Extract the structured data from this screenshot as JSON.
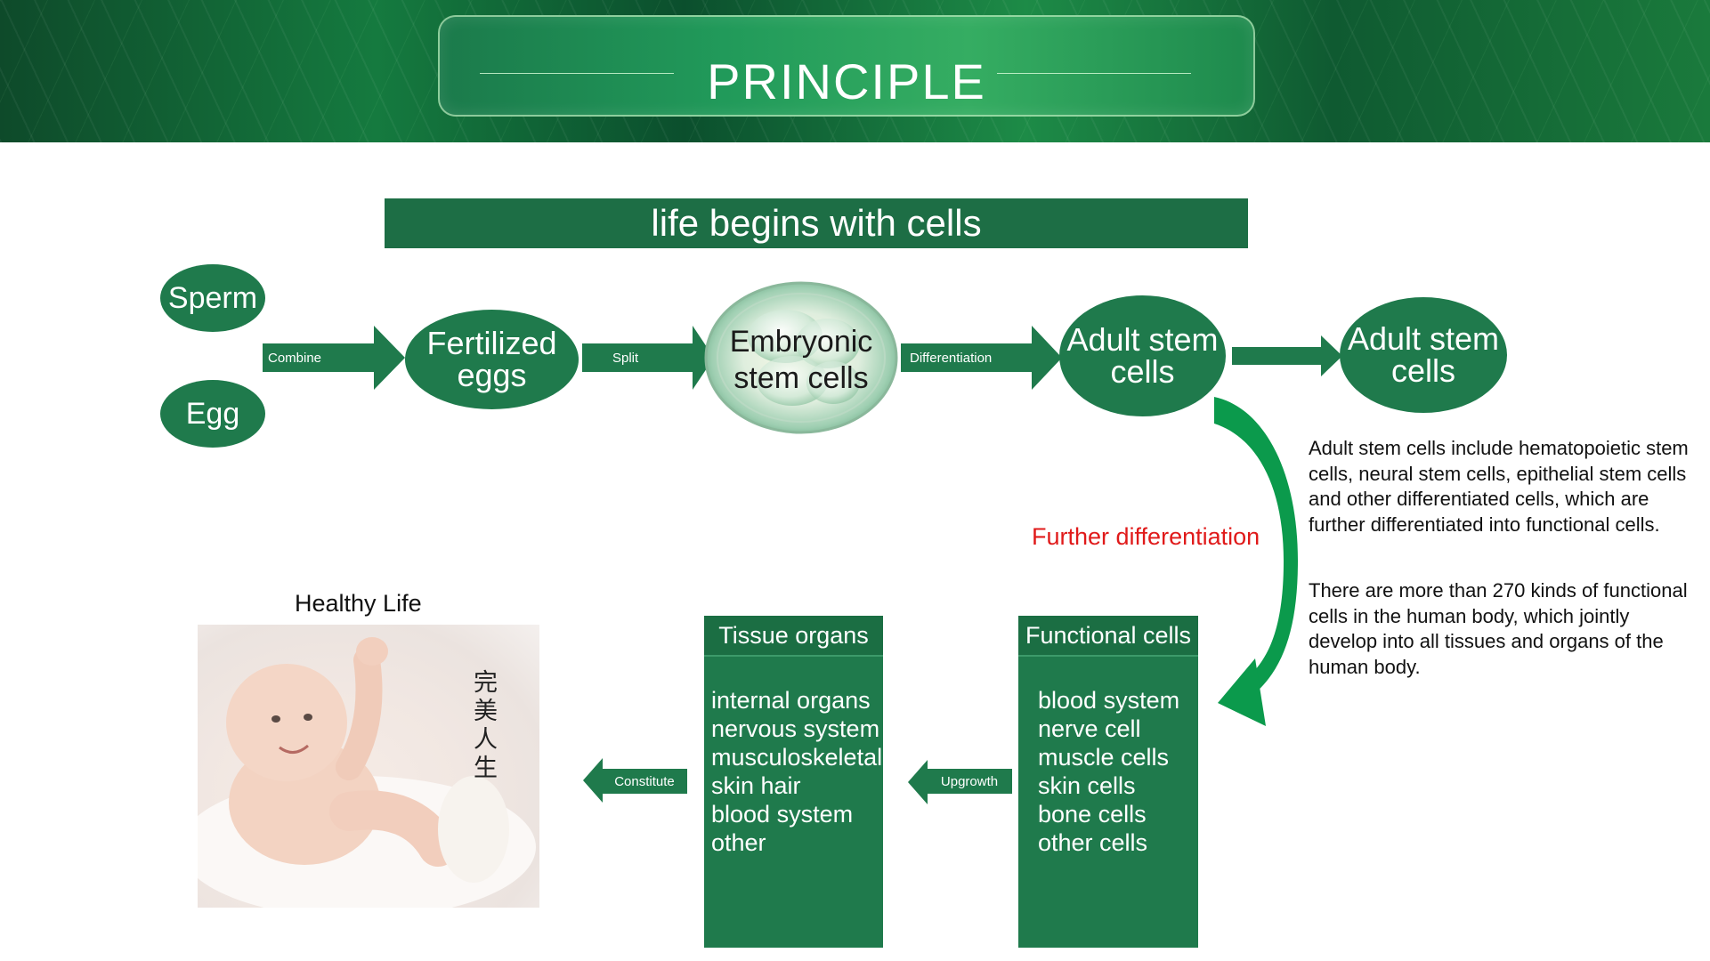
{
  "header": {
    "title": "PRINCIPLE"
  },
  "banner": {
    "text": "life begins with cells"
  },
  "nodes": {
    "sperm": "Sperm",
    "egg": "Egg",
    "fertilized_line1": "Fertilized",
    "fertilized_line2": "eggs",
    "embryonic_line1": "Embryonic",
    "embryonic_line2": "stem cells",
    "adult1_line1": "Adult stem",
    "adult1_line2": "cells",
    "adult2_line1": "Adult stem",
    "adult2_line2": "cells"
  },
  "arrows": {
    "combine": "Combine",
    "split": "Split",
    "differentiation": "Differentiation",
    "upgrowth": "Upgrowth",
    "constitute": "Constitute"
  },
  "further_label": "Further differentiation",
  "description": {
    "p1": "Adult stem cells include hematopoietic stem cells, neural stem cells, epithelial stem cells and other differentiated cells, which are further differentiated into functional cells.",
    "p2": "There are more than 270 kinds of functional cells in the human body, which jointly develop into all tissues and organs of the human body."
  },
  "functional_cells": {
    "title": "Functional cells",
    "items": [
      "blood system",
      "nerve cell",
      "muscle cells",
      "skin cells",
      "bone cells",
      "other cells"
    ]
  },
  "tissue_organs": {
    "title": "Tissue organs",
    "items": [
      "internal organs",
      "nervous system",
      "musculoskeletal",
      "skin hair",
      "blood system",
      "other"
    ]
  },
  "healthy_life": {
    "title": "Healthy Life",
    "caption_chars": [
      "完",
      "美",
      "人",
      "生"
    ]
  },
  "colors": {
    "primary_green": "#1f7a4c",
    "accent_red": "#e01a1a",
    "header_green": "#157a3f"
  }
}
